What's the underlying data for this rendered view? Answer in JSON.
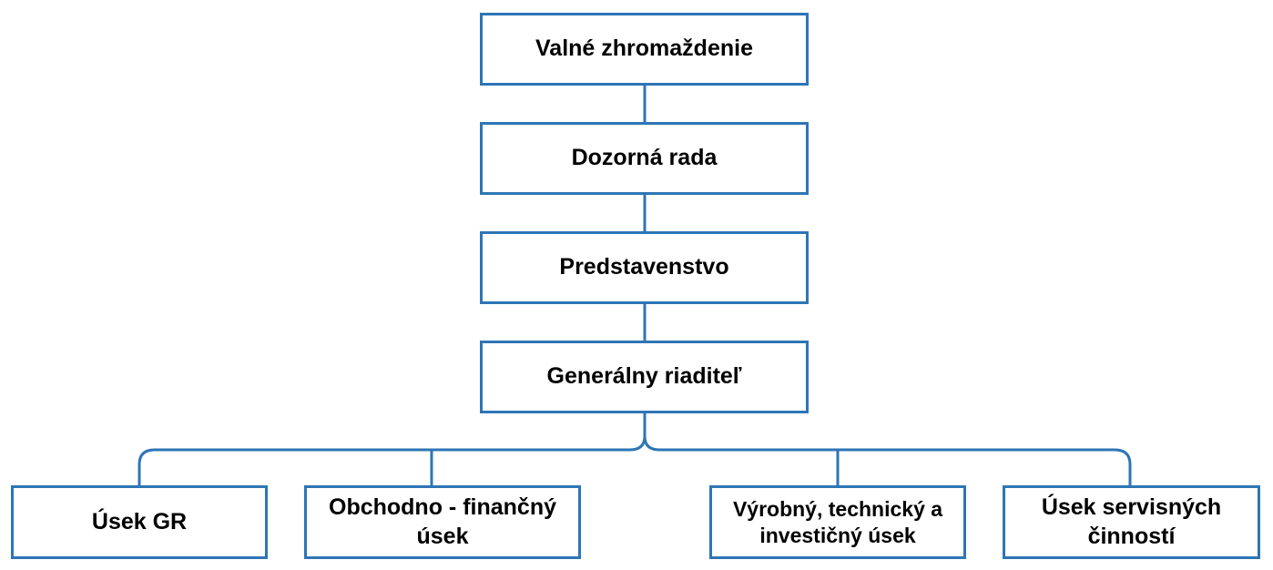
{
  "diagram": {
    "type": "org-chart",
    "line_color": "#2e75b6",
    "nodes": {
      "valne": "Valné zhromaždenie",
      "dozorna": "Dozorná rada",
      "predstavenstvo": "Predstavenstvo",
      "generalny": "Generálny riaditeľ",
      "usek_gr": "Úsek GR",
      "obchodno_line1": "Obchodno - finančný",
      "obchodno_line2": "úsek",
      "vyrobny_line1": "Výrobný, technický a",
      "vyrobny_line2": "investičný úsek",
      "servis_line1": "Úsek servisných",
      "servis_line2": "činností"
    },
    "edges": [
      {
        "from": "valne",
        "to": "dozorna"
      },
      {
        "from": "dozorna",
        "to": "predstavenstvo"
      },
      {
        "from": "predstavenstvo",
        "to": "generalny"
      },
      {
        "from": "generalny",
        "to": "usek_gr"
      },
      {
        "from": "generalny",
        "to": "obchodno"
      },
      {
        "from": "generalny",
        "to": "vyrobny"
      },
      {
        "from": "generalny",
        "to": "servis"
      }
    ]
  }
}
